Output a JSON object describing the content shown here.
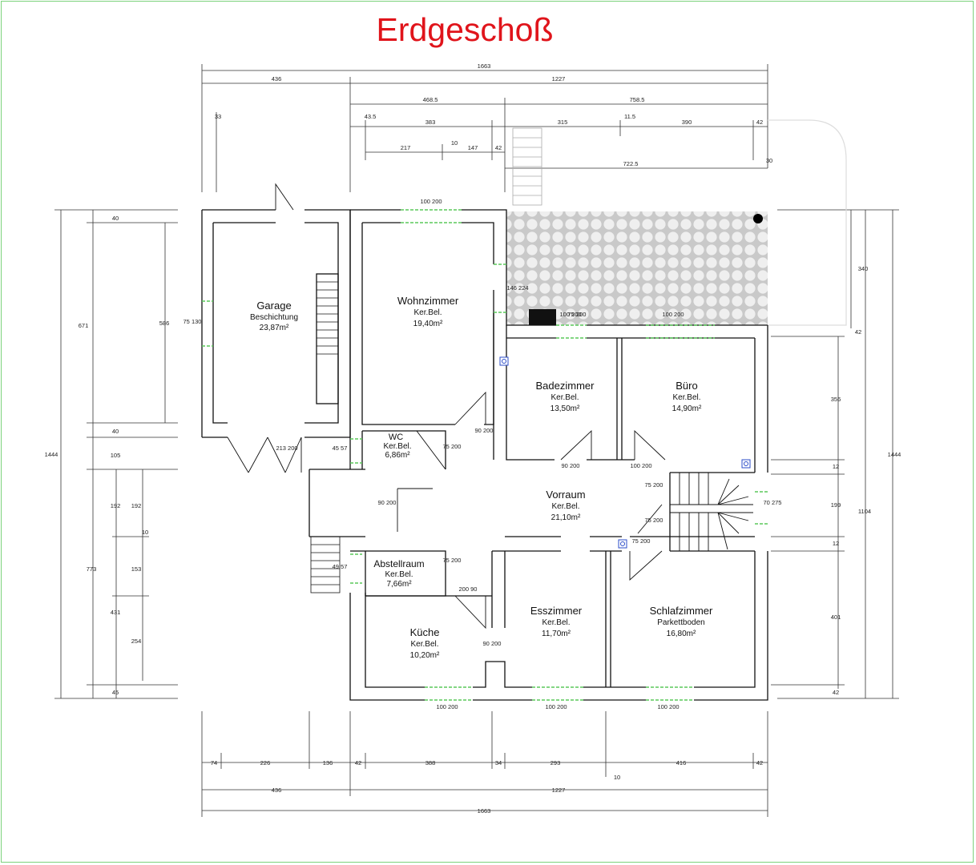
{
  "title": "Erdgeschoß",
  "colors": {
    "title": "#e0141b",
    "opening": "#5ac85a",
    "frame": "#7cd27c"
  },
  "rooms": [
    {
      "key": "garage",
      "name": "Garage",
      "floor": "Beschichtung",
      "area": "23,87m²"
    },
    {
      "key": "wohn",
      "name": "Wohnzimmer",
      "floor": "Ker.Bel.",
      "area": "19,40m²"
    },
    {
      "key": "bad",
      "name": "Badezimmer",
      "floor": "Ker.Bel.",
      "area": "13,50m²"
    },
    {
      "key": "buero",
      "name": "Büro",
      "floor": "Ker.Bel.",
      "area": "14,90m²"
    },
    {
      "key": "wc",
      "name": "WC",
      "floor": "Ker.Bel.",
      "area": "6,86m²"
    },
    {
      "key": "vorraum",
      "name": "Vorraum",
      "floor": "Ker.Bel.",
      "area": "21,10m²"
    },
    {
      "key": "abstell",
      "name": "Abstellraum",
      "floor": "Ker.Bel.",
      "area": "7,66m²"
    },
    {
      "key": "kueche",
      "name": "Küche",
      "floor": "Ker.Bel.",
      "area": "10,20m²"
    },
    {
      "key": "ess",
      "name": "Esszimmer",
      "floor": "Ker.Bel.",
      "area": "11,70m²"
    },
    {
      "key": "schlaf",
      "name": "Schlafzimmer",
      "floor": "Parkettboden",
      "area": "16,80m²"
    }
  ],
  "dimensions": {
    "top": [
      "1663",
      "436",
      "1227",
      "468.5",
      "758.5",
      "33",
      "43.5",
      "383",
      "315",
      "11.5",
      "390",
      "42",
      "217",
      "10",
      "147",
      "42",
      "722.5",
      "30"
    ],
    "bottom": [
      "74",
      "226",
      "136",
      "42",
      "388",
      "34",
      "293",
      "416",
      "42",
      "10",
      "436",
      "1227",
      "1663"
    ],
    "left": [
      "1444",
      "671",
      "40",
      "586",
      "40",
      "105",
      "773",
      "192",
      "192",
      "10",
      "153",
      "431",
      "254",
      "45"
    ],
    "right": [
      "340",
      "42",
      "1444",
      "1104",
      "356",
      "12",
      "199",
      "12",
      "401",
      "42"
    ],
    "openings": [
      "100 200",
      "75 130",
      "146 224",
      "90 200",
      "75 200",
      "100 200",
      "213 200",
      "45 57",
      "90 200",
      "90 200",
      "75 200",
      "49 57",
      "75 200",
      "200 90",
      "100 200",
      "100 200",
      "100 200",
      "100 200",
      "75 200",
      "70 275",
      "100 200",
      "75 200",
      "75 200",
      "90 200"
    ]
  }
}
